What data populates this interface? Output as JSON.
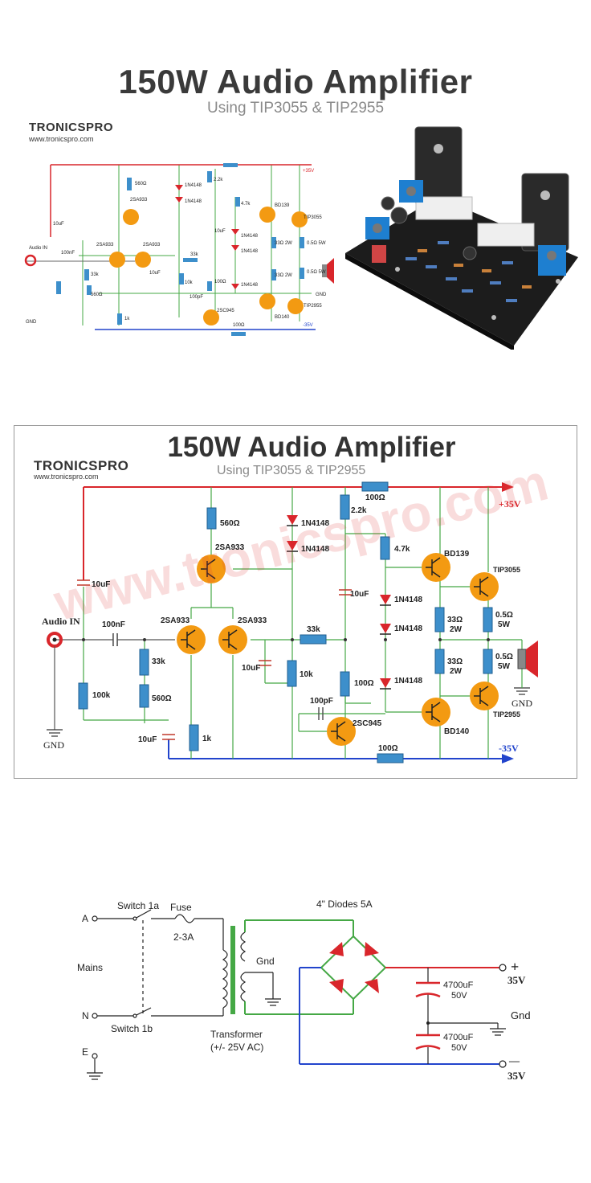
{
  "top": {
    "title": "150W Audio Amplifier",
    "subtitle": "Using TIP3055 & TIP2955",
    "logo": "TRONICSPRO",
    "url": "www.tronicspro.com",
    "labels": [
      "Audio IN",
      "GND",
      "10uF",
      "560Ω",
      "2SA933",
      "2SA933",
      "2SA933",
      "100nF",
      "33k",
      "560Ω",
      "10uF",
      "1k",
      "33k",
      "10k",
      "100Ω",
      "1N4148",
      "1N4148",
      "2.2k",
      "10uF",
      "4.7k",
      "1N4148",
      "1N4148",
      "1N4148",
      "BD139",
      "BD140",
      "TIP3055",
      "TIP2955",
      "33Ω 2W",
      "33Ω 2W",
      "0.5Ω 5W",
      "0.5Ω 5W",
      "100pF",
      "2SC945",
      "100Ω",
      "+35V",
      "-35V",
      "GND"
    ]
  },
  "main_schematic": {
    "title": "150W Audio Amplifier",
    "subtitle": "Using TIP3055 & TIP2955",
    "logo": "TRONICSPRO",
    "url": "www.tronicspro.com",
    "watermark": "www.tronicspro.com",
    "audio_in": "Audio IN",
    "gnd_left": "GND",
    "gnd_right": "GND",
    "vpos": "+35V",
    "vneg": "-35V",
    "c_in_top": "10uF",
    "r_560_top": "560Ω",
    "q_top": "2SA933",
    "q_left": "2SA933",
    "q_right": "2SA933",
    "c_100nf": "100nF",
    "r_33k_a": "33k",
    "r_560_b": "560Ω",
    "r_100k": "100k",
    "c_10uf_mid": "10uF",
    "c_10uf_bot": "10uF",
    "r_1k": "1k",
    "r_33k_b": "33k",
    "r_10k": "10k",
    "d1": "1N4148",
    "d2": "1N4148",
    "r_2k2": "2.2k",
    "c_10uf_r": "10uF",
    "r_100_top": "100Ω",
    "r_4k7": "4.7k",
    "d3": "1N4148",
    "d4": "1N4148",
    "d5": "1N4148",
    "r_100_mid": "100Ω",
    "c_100pf": "100pF",
    "q_2sc945": "2SC945",
    "r_100_bot": "100Ω",
    "q_bd139": "BD139",
    "q_bd140": "BD140",
    "q_tip3055": "TIP3055",
    "q_tip2955": "TIP2955",
    "r_33_2w_a": "33Ω",
    "r_33_2w_a2": "2W",
    "r_33_2w_b": "33Ω",
    "r_33_2w_b2": "2W",
    "r_05_a": "0.5Ω",
    "r_05_a2": "5W",
    "r_05_b": "0.5Ω",
    "r_05_b2": "5W"
  },
  "psu": {
    "a": "A",
    "n": "N",
    "e": "E",
    "switch_1a": "Switch 1a",
    "switch_1b": "Switch 1b",
    "fuse": "Fuse",
    "fuse_val": "2-3A",
    "mains": "Mains",
    "gnd_tx": "Gnd",
    "transformer": "Transformer",
    "transformer_val": "(+/- 25V AC)",
    "diodes": "4\" Diodes 5A",
    "cap1": "4700uF",
    "cap1v": "50V",
    "cap2": "4700uF",
    "cap2v": "50V",
    "plus": "+",
    "plus_v": "35V",
    "minus": "—",
    "minus_v": "35V",
    "gnd_out": "Gnd"
  },
  "colors": {
    "positive_rail": "#d9262b",
    "negative_rail": "#2244cc",
    "wire": "#45a845",
    "transistor": "#f39a12",
    "resistor": "#3d8fcb",
    "board": "#1a1a1a"
  }
}
